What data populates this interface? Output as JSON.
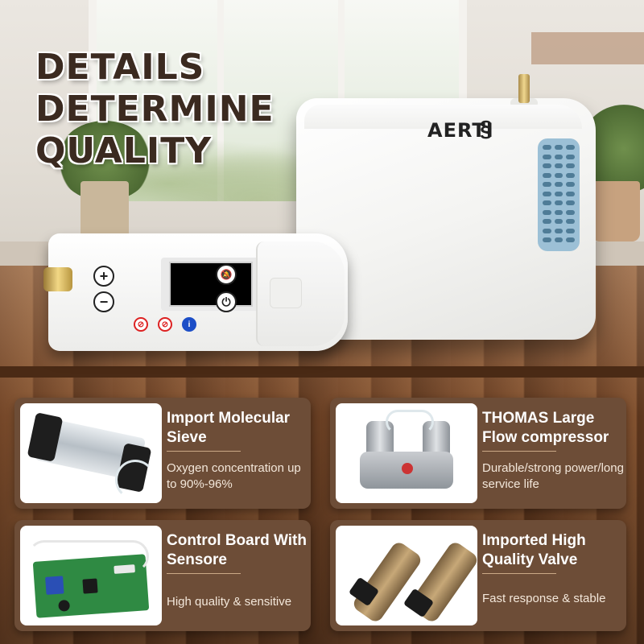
{
  "headline": {
    "line1": "DETAILS DETERMINE",
    "line2": "QUALITY"
  },
  "product": {
    "brand": "AERTI",
    "controller_plus": "+",
    "controller_minus": "−"
  },
  "features": [
    {
      "title": "Import Molecular Sieve",
      "description": "Oxygen concentration up to 90%-96%",
      "icon": "molecular-sieve-photo"
    },
    {
      "title": "THOMAS Large Flow compressor",
      "description": "Durable/strong power/long service life",
      "icon": "compressor-photo"
    },
    {
      "title": "Control Board With Sensore",
      "description": "High quality & sensitive",
      "icon": "control-board-photo"
    },
    {
      "title": "Imported High Quality Valve",
      "description": "Fast response & stable",
      "icon": "valve-photo"
    }
  ],
  "colors": {
    "card_background": "#6d4d37",
    "vent_blue": "#9cc0d6",
    "headline_text": "#3b2a20"
  }
}
